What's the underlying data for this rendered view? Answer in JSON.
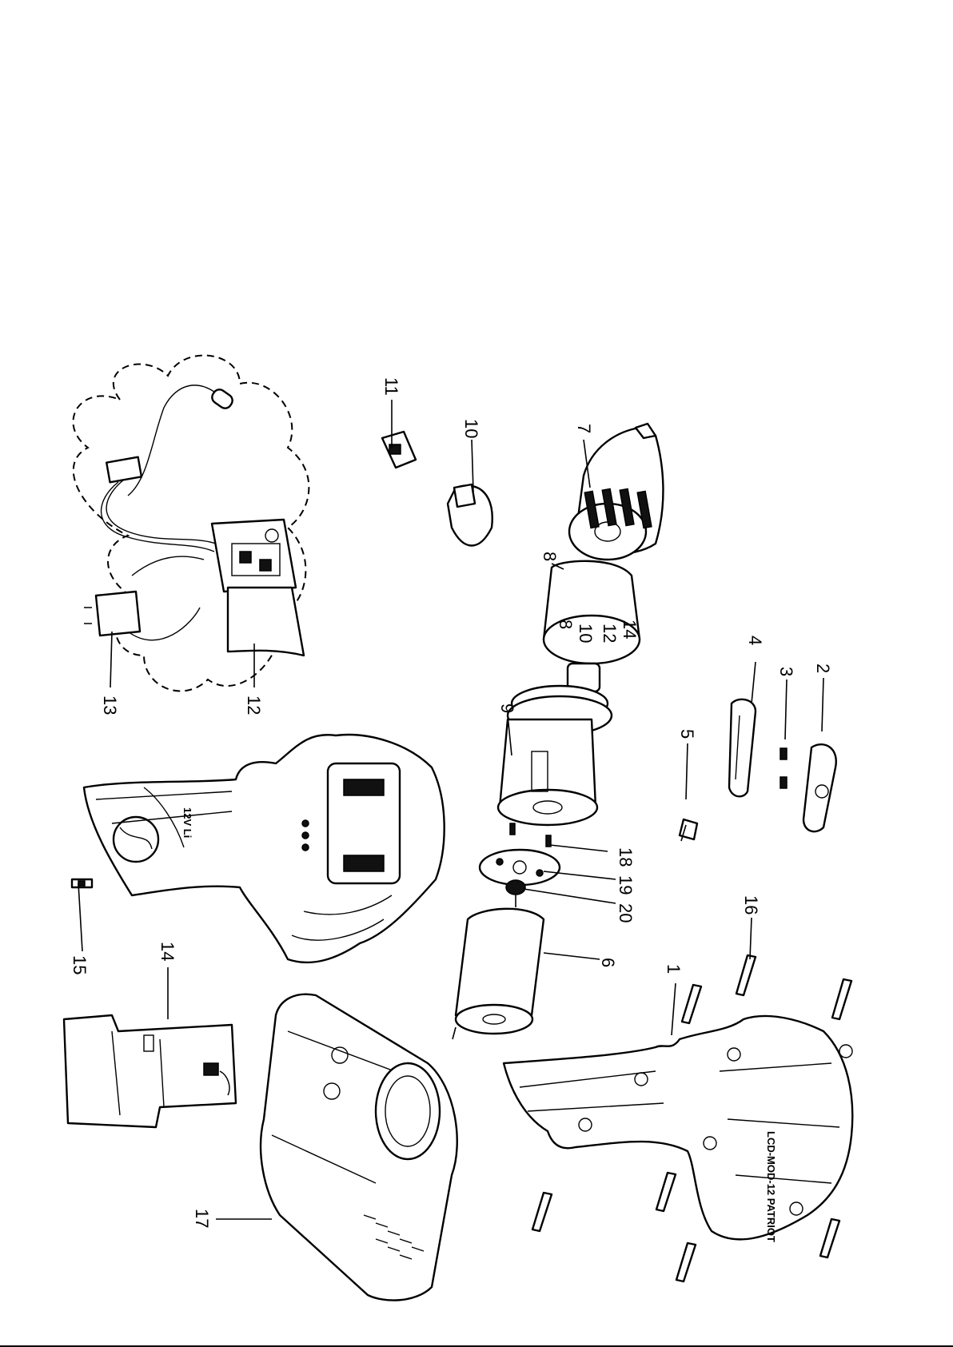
{
  "diagram": {
    "callouts": [
      {
        "id": "c1",
        "text": "1"
      },
      {
        "id": "c2",
        "text": "2"
      },
      {
        "id": "c3",
        "text": "3"
      },
      {
        "id": "c4",
        "text": "4"
      },
      {
        "id": "c5",
        "text": "5"
      },
      {
        "id": "c6",
        "text": "6"
      },
      {
        "id": "c7",
        "text": "7"
      },
      {
        "id": "c8",
        "text": "8"
      },
      {
        "id": "c9",
        "text": "9"
      },
      {
        "id": "c10",
        "text": "10"
      },
      {
        "id": "c11",
        "text": "11"
      },
      {
        "id": "c12",
        "text": "12"
      },
      {
        "id": "c13",
        "text": "13"
      },
      {
        "id": "c14",
        "text": "14"
      },
      {
        "id": "c15",
        "text": "15"
      },
      {
        "id": "c16",
        "text": "16"
      },
      {
        "id": "c17",
        "text": "17"
      },
      {
        "id": "c18",
        "text": "18"
      },
      {
        "id": "c19",
        "text": "19"
      },
      {
        "id": "c20",
        "text": "20"
      }
    ],
    "clutch_scale": [
      "8",
      "10",
      "12",
      "14"
    ],
    "battery_label": "12V Li",
    "housing_label": "LCD-MOD-12 PATRIOT"
  }
}
